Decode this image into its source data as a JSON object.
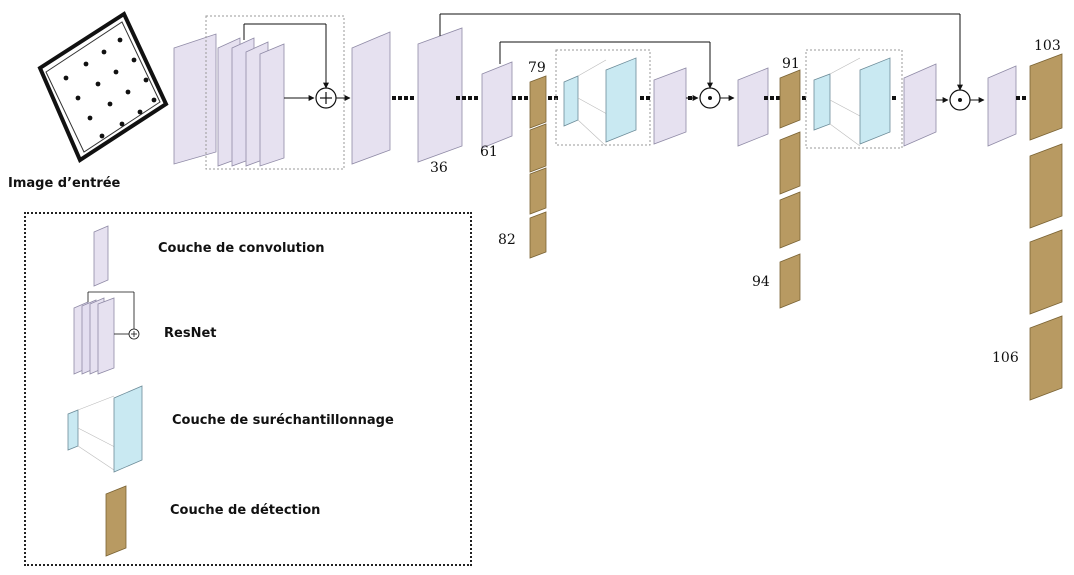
{
  "input_label": "Image d’entrée",
  "layer_numbers": {
    "n36": "36",
    "n61": "61",
    "n79": "79",
    "n82": "82",
    "n91": "91",
    "n94": "94",
    "n103": "103",
    "n106": "106"
  },
  "legend": {
    "conv": "Couche de convolution",
    "resnet": "ResNet",
    "upsample": "Couche de suréchantillonnage",
    "detect": "Couche de détection"
  },
  "colors": {
    "conv_fill": "#e6e1f0",
    "conv_edge": "#8f8aa6",
    "upsample_fill": "#c9e9f2",
    "detect_fill": "#b89a62",
    "detect_edge": "#7a6334"
  }
}
